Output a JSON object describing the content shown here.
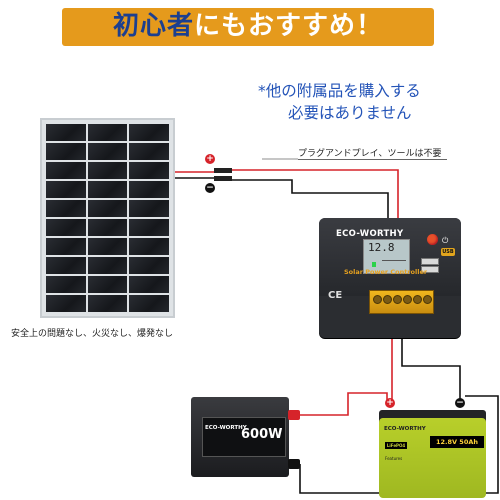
{
  "headline": {
    "part_a": "初心者",
    "part_b": "にもおすすめ！"
  },
  "note": {
    "line1": "*他の附属品を購入する",
    "line2": "必要はありません"
  },
  "captions": {
    "plug_and_play": "プラグアンドプレイ、ツールは不要",
    "safety": "安全上の問題なし、火災なし、爆発なし"
  },
  "polarity": {
    "positive": "+",
    "negative": "−"
  },
  "controller": {
    "brand": "ECO-WORTHY",
    "lcd_reading": "12.8",
    "name": "Solar Power Controller",
    "ce_mark": "CE",
    "usb_badge": "USB"
  },
  "inverter": {
    "brand": "ECO-WORTHY",
    "rating": "600W"
  },
  "battery": {
    "brand": "ECO-WORTHY",
    "type_tag": "LiFePO4",
    "spec": "12.8V 50Ah",
    "features_title": "Features"
  },
  "colors": {
    "banner": "#e59a1c",
    "headline_blue": "#1c3f8f",
    "note_blue": "#2454b8",
    "wire_red": "#d6232a",
    "wire_black": "#111111",
    "controller_accent": "#e6a11f",
    "battery_green": "#b8cf2a"
  }
}
